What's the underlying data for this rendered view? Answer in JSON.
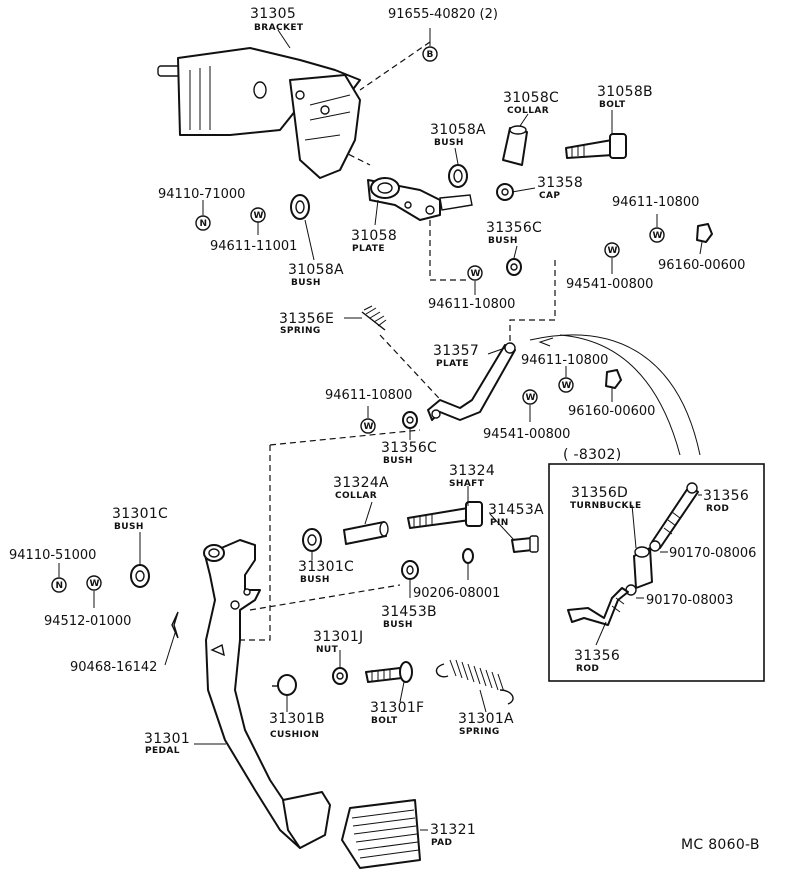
{
  "parts": {
    "p31305": {
      "num": "31305",
      "name": "BRACKET"
    },
    "p91655": {
      "num": "91655-40820 (2)",
      "sym": "B"
    },
    "p31058c": {
      "num": "31058C",
      "name": "COLLAR"
    },
    "p31058b": {
      "num": "31058B",
      "name": "BOLT"
    },
    "p31058a_top": {
      "num": "31058A",
      "name": "BUSH"
    },
    "p31358": {
      "num": "31358",
      "name": "CAP"
    },
    "p94110_71000": {
      "num": "94110-71000",
      "sym": "N"
    },
    "p94611_11001": {
      "num": "94611-11001",
      "sym": "W"
    },
    "p31058": {
      "num": "31058",
      "name": "PLATE"
    },
    "p31058a_bot": {
      "num": "31058A",
      "name": "BUSH"
    },
    "p31356c_top": {
      "num": "31356C",
      "name": "BUSH"
    },
    "p94611_10800_a": {
      "num": "94611-10800",
      "sym": "W"
    },
    "p96160_00600_a": {
      "num": "96160-00600"
    },
    "p94541_00800_a": {
      "num": "94541-00800",
      "sym": "W"
    },
    "p94611_10800_b": {
      "num": "94611-10800",
      "sym": "W"
    },
    "p31356e": {
      "num": "31356E",
      "name": "SPRING"
    },
    "p31357": {
      "num": "31357",
      "name": "PLATE"
    },
    "p94611_10800_c": {
      "num": "94611-10800",
      "sym": "W"
    },
    "p96160_00600_b": {
      "num": "96160-00600"
    },
    "p94611_10800_d": {
      "num": "94611-10800",
      "sym": "W"
    },
    "p94541_00800_b": {
      "num": "94541-00800",
      "sym": "W"
    },
    "p31356c_mid": {
      "num": "31356C",
      "name": "BUSH"
    },
    "p31324a": {
      "num": "31324A",
      "name": "COLLAR"
    },
    "p31324": {
      "num": "31324",
      "name": "SHAFT"
    },
    "p31453a": {
      "num": "31453A",
      "name": "PIN"
    },
    "p31301c_left": {
      "num": "31301C",
      "name": "BUSH"
    },
    "p31301c_mid": {
      "num": "31301C",
      "name": "BUSH"
    },
    "p94110_51000": {
      "num": "94110-51000",
      "sym": "N"
    },
    "p94512_01000": {
      "num": "94512-01000",
      "sym": "W"
    },
    "p90206_08001": {
      "num": "90206-08001"
    },
    "p31453b": {
      "num": "31453B",
      "name": "BUSH"
    },
    "p90468_16142": {
      "num": "90468-16142"
    },
    "p31301j": {
      "num": "31301J",
      "name": "NUT"
    },
    "p31301b": {
      "num": "31301B",
      "name": "CUSHION"
    },
    "p31301f": {
      "num": "31301F",
      "name": "BOLT"
    },
    "p31301a": {
      "num": "31301A",
      "name": "SPRING"
    },
    "p31301": {
      "num": "31301",
      "name": "PEDAL"
    },
    "p31321": {
      "num": "31321",
      "name": "PAD"
    }
  },
  "inset": {
    "range_label": "(      -8302)",
    "p31356d": {
      "num": "31356D",
      "name": "TURNBUCKLE"
    },
    "p31356_top": {
      "num": "31356",
      "name": "ROD"
    },
    "p90170_08006": {
      "num": "90170-08006"
    },
    "p90170_08003": {
      "num": "90170-08003"
    },
    "p31356_bot": {
      "num": "31356",
      "name": "ROD"
    }
  },
  "footer": {
    "code": "MC  8060-B"
  }
}
